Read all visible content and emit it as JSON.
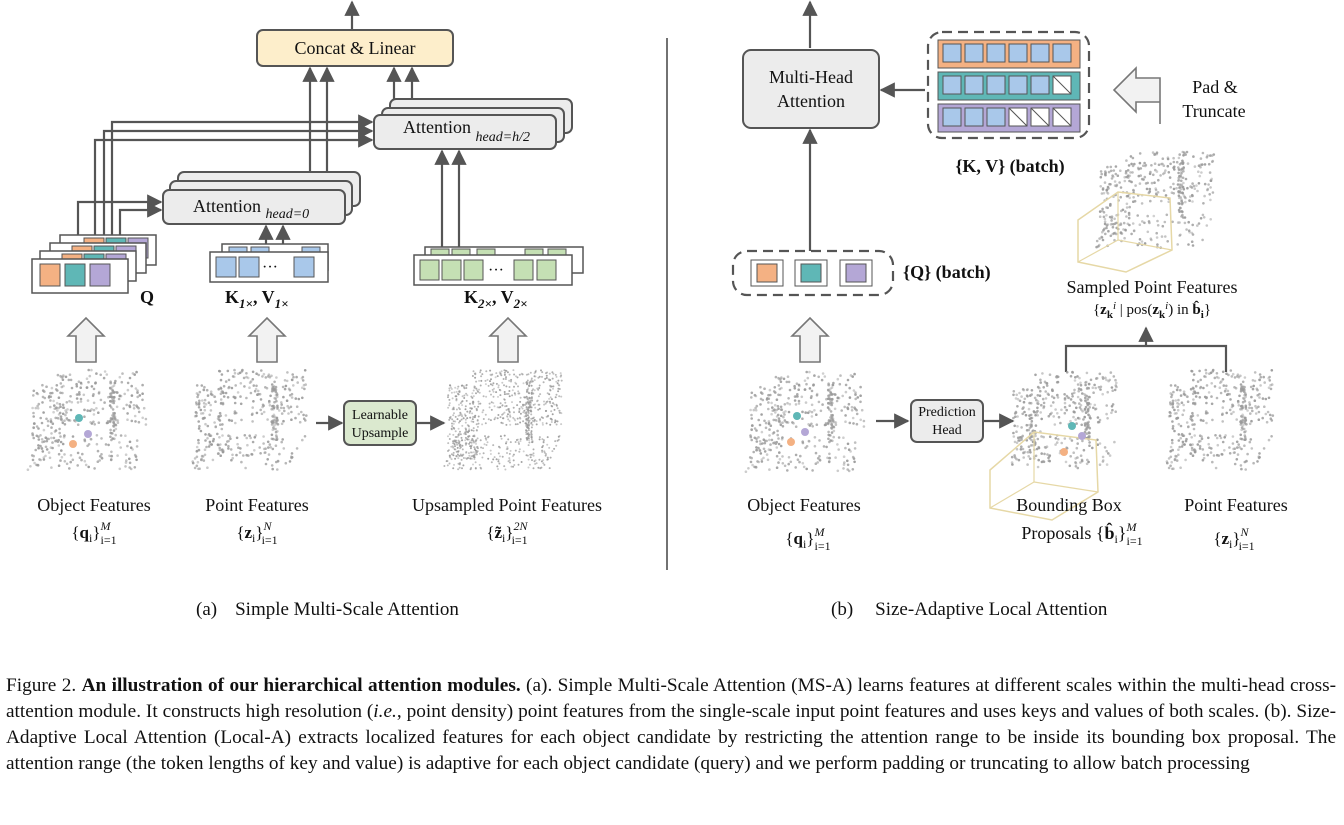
{
  "panel_a": {
    "concat_label": "Concat & Linear",
    "attention_label": "Attention",
    "attention_head0_sub": "head=0",
    "attention_headh2_sub": "head=h/2",
    "upsample_label_1": "Learnable",
    "upsample_label_2": "Upsample",
    "q_label": "Q",
    "k1v1_label": "K1×, V1×",
    "k2v2_label": "K2×, V2×",
    "object_features_label": "Object Features",
    "object_features_math": "{qi}Mi=1",
    "point_features_label": "Point Features",
    "point_features_math": "{zi}Ni=1",
    "upsampled_label": "Upsampled Point Features",
    "upsampled_math": "{z̃i}2Ni=1",
    "caption_letter": "(a)",
    "caption_title": "Simple Multi-Scale Attention",
    "ellipsis": "···"
  },
  "panel_b": {
    "mha_label_1": "Multi-Head",
    "mha_label_2": "Attention",
    "kv_label": "{K, V} (batch)",
    "pad_label_1": "Pad &",
    "pad_label_2": "Truncate",
    "q_batch_label": "{Q} (batch)",
    "sampled_label": "Sampled Point Features",
    "sampled_math": "{zki | pos(zki) in b̂i}",
    "prediction_label_1": "Prediction",
    "prediction_label_2": "Head",
    "object_features_label": "Object Features",
    "object_features_math": "{qi}Mi=1",
    "bbox_label_1": "Bounding Box",
    "bbox_label_2": "Proposals {b̂i}Mi=1",
    "point_features_label": "Point Features",
    "point_features_math": "{zi}Ni=1",
    "caption_letter": "(b)",
    "caption_title": "Size-Adaptive Local Attention"
  },
  "caption": {
    "prefix": "Figure 2.",
    "bold": "An illustration of our hierarchical attention modules.",
    "part1": "(a). Simple Multi-Scale Attention (MS-A) learns features at different scales within the multi-head cross-attention module. It constructs high resolution (",
    "italic": "i.e.",
    "part2": ", point density) point features from the single-scale input point features and uses keys and values of both scales. (b). Size-Adaptive Local Attention (Local-A) extracts localized features for each object candidate by restricting the attention range to be inside its bounding box proposal. The attention range (the token lengths of key and value) is adaptive for each object candidate (query) and we perform padding or truncating to allow batch processing"
  },
  "colors": {
    "orange": "#f4b183",
    "teal": "#5fb7b6",
    "purple": "#b4a7d6",
    "blue": "#a9c8ea",
    "green": "#c5e0b4",
    "concat_fill": "#fdeecb",
    "box_fill": "#ececec"
  }
}
